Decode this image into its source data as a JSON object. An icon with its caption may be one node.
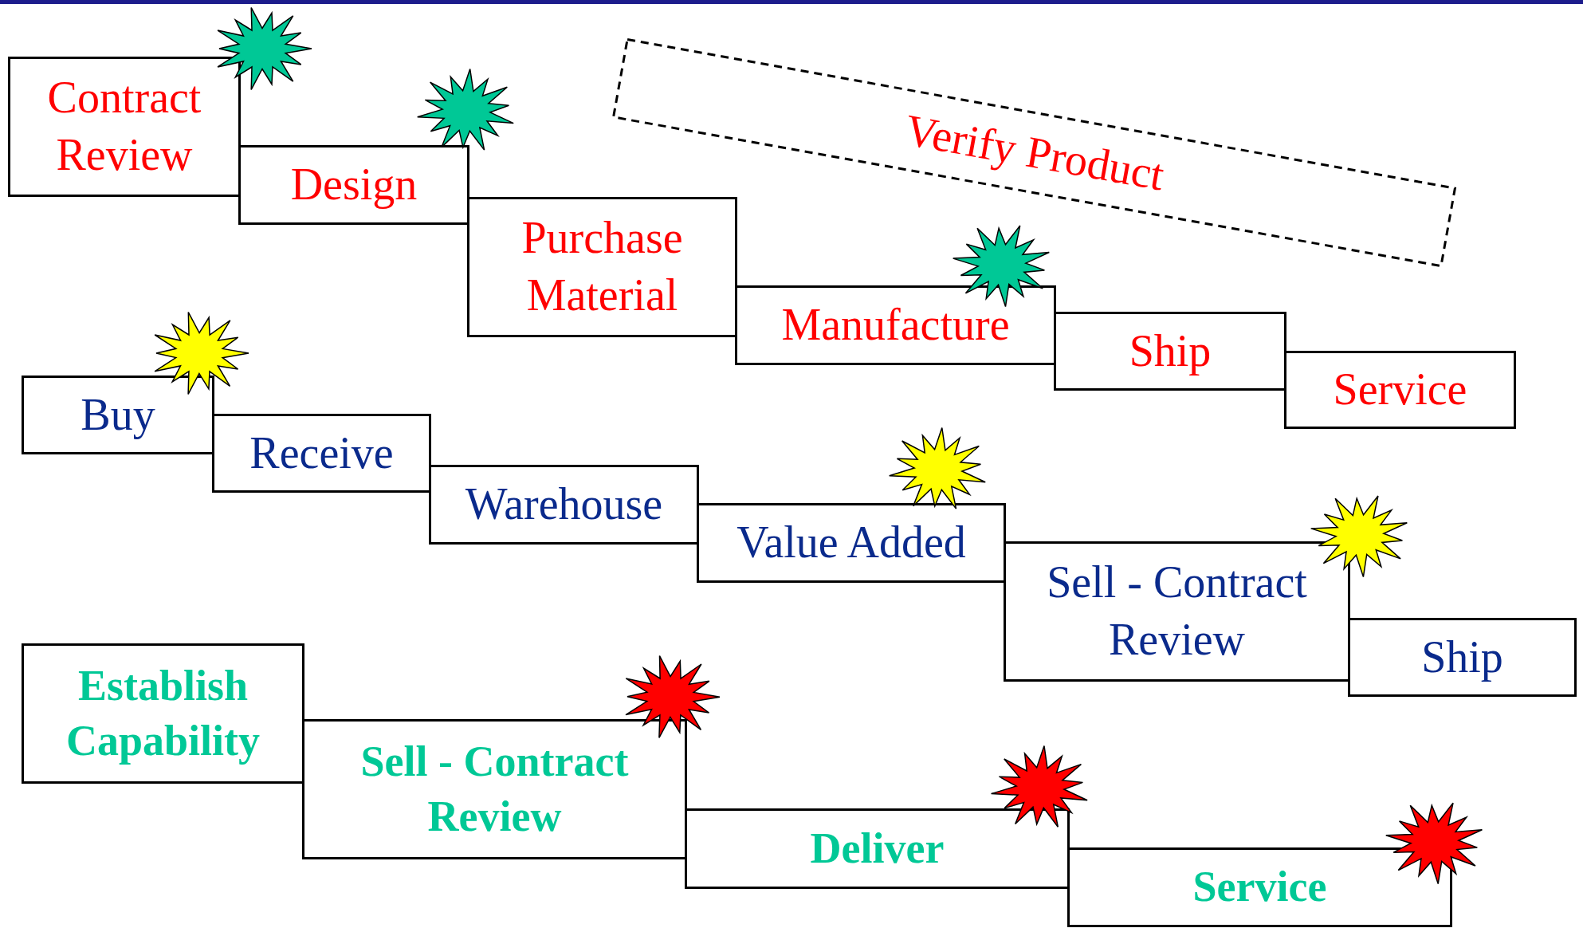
{
  "diagram": {
    "nodes": [
      {
        "text": [
          "Contract Review"
        ]
      },
      {
        "text": [
          "Design"
        ]
      },
      {
        "text": [
          "Purchase Material"
        ]
      },
      {
        "text": [
          "Manufacture"
        ]
      },
      {
        "text": [
          "Ship"
        ]
      },
      {
        "text": [
          "Service"
        ]
      },
      {
        "text": [
          "Verify Product"
        ]
      },
      {
        "text": [
          "Buy"
        ]
      },
      {
        "text": [
          "Receive"
        ]
      },
      {
        "text": [
          "Warehouse"
        ]
      },
      {
        "text": [
          "Value Added"
        ]
      },
      {
        "text": [
          "Sell - Contract Review"
        ]
      },
      {
        "text": [
          "Ship"
        ]
      },
      {
        "text": [
          "Establish Capability"
        ]
      },
      {
        "text": [
          "Sell - Contract Review"
        ]
      },
      {
        "text": [
          "Deliver"
        ]
      },
      {
        "text": [
          "Service"
        ]
      }
    ]
  }
}
